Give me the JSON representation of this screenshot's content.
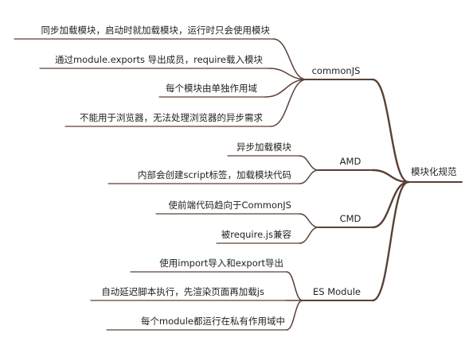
{
  "root": {
    "label": "模块化规范"
  },
  "branch_color": "#5a4035",
  "branches": [
    {
      "label": "commonJS",
      "leaves": [
        "同步加载模块，启动时就加载模块，运行时只会使用模块",
        "通过module.exports 导出成员，require载入模块",
        "每个模块由单独作用域",
        "不能用于浏览器，无法处理浏览器的异步需求"
      ]
    },
    {
      "label": "AMD",
      "leaves": [
        "异步加载模块",
        "内部会创建script标签，加载模块代码"
      ]
    },
    {
      "label": "CMD",
      "leaves": [
        "使前端代码趋向于CommonJS",
        "被require.js兼容"
      ]
    },
    {
      "label": "ES Module",
      "leaves": [
        "使用import导入和export导出",
        "自动延迟脚本执行，先渲染页面再加载js",
        "每个module都运行在私有作用域中"
      ]
    }
  ]
}
